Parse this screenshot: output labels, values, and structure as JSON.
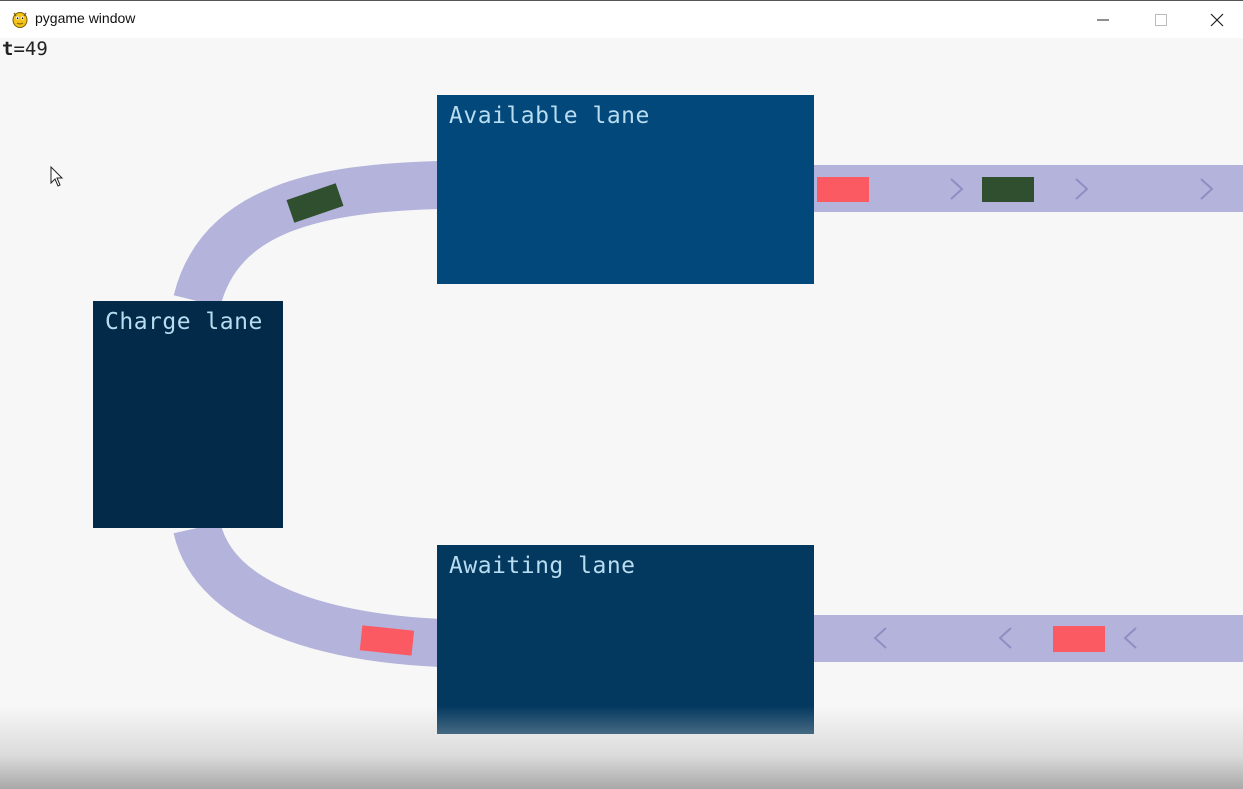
{
  "window": {
    "title": "pygame window",
    "icons": {
      "app": "pygame-snake-icon",
      "minimize": "minimize-icon",
      "maximize": "maximize-icon",
      "close": "close-icon"
    }
  },
  "hud": {
    "time_prefix": "t",
    "time_text": "=49"
  },
  "lanes": {
    "available": {
      "label": "Available lane",
      "color": "#02487b"
    },
    "charge": {
      "label": "Charge lane",
      "color": "#032a48"
    },
    "awaiting": {
      "label": "Awaiting lane",
      "color": "#03395f"
    }
  },
  "colors": {
    "track": "#b3b3dc",
    "arrow": "#8e8ec2",
    "vehicle_red": "#fb5a62",
    "vehicle_green": "#2f4f2e",
    "background": "#f7f7f7"
  },
  "vehicles": [
    {
      "id": "v-curve-top",
      "color_key": "vehicle_green",
      "location": "upper curve"
    },
    {
      "id": "v-out-1",
      "color_key": "vehicle_red",
      "location": "outgoing road"
    },
    {
      "id": "v-out-2",
      "color_key": "vehicle_green",
      "location": "outgoing road"
    },
    {
      "id": "v-curve-bottom",
      "color_key": "vehicle_red",
      "location": "lower curve"
    },
    {
      "id": "v-in-1",
      "color_key": "vehicle_red",
      "location": "incoming road"
    }
  ],
  "arrows": {
    "outgoing_direction": "right",
    "incoming_direction": "left"
  }
}
